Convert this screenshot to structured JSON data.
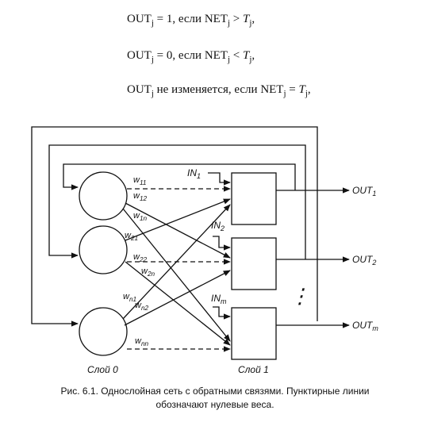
{
  "formulas": [
    {
      "out": "OUT",
      "sub": "j",
      "eq": "= 1,",
      "cond": "если",
      "net": "NET",
      "net_sub": "j",
      "op": ">",
      "t": "T",
      "t_sub": "j",
      "tail": ","
    },
    {
      "out": "OUT",
      "sub": "j",
      "eq": "= 0,",
      "cond": "если",
      "net": "NET",
      "net_sub": "j",
      "op": "<",
      "t": "T",
      "t_sub": "j",
      "tail": ","
    },
    {
      "out": "OUT",
      "sub": "j",
      "eq": "не изменяется,",
      "cond": "если",
      "net": "NET",
      "net_sub": "j",
      "op": "=",
      "t": "T",
      "t_sub": "j",
      "tail": ","
    }
  ],
  "diagram": {
    "weights": {
      "w11": "w11",
      "w12": "w12",
      "w1n": "w1n",
      "w21": "w21",
      "w22": "w22",
      "w2n": "w2n",
      "wn1": "wn1",
      "wn2": "wn2",
      "wnn": "wnn"
    },
    "inputs": {
      "in1": "IN1",
      "in2": "IN2",
      "inm": "INm"
    },
    "outputs": {
      "out1": "OUT1",
      "out2": "OUT2",
      "outm": "OUTm"
    },
    "layer0": "Слой 0",
    "layer1": "Слой 1",
    "ellipsis": "⋮"
  },
  "caption": {
    "line1": "Рис. 6.1. Однослойная сеть с обратными связями. Пунктирные линии",
    "line2": "обозначают нулевые веса."
  }
}
